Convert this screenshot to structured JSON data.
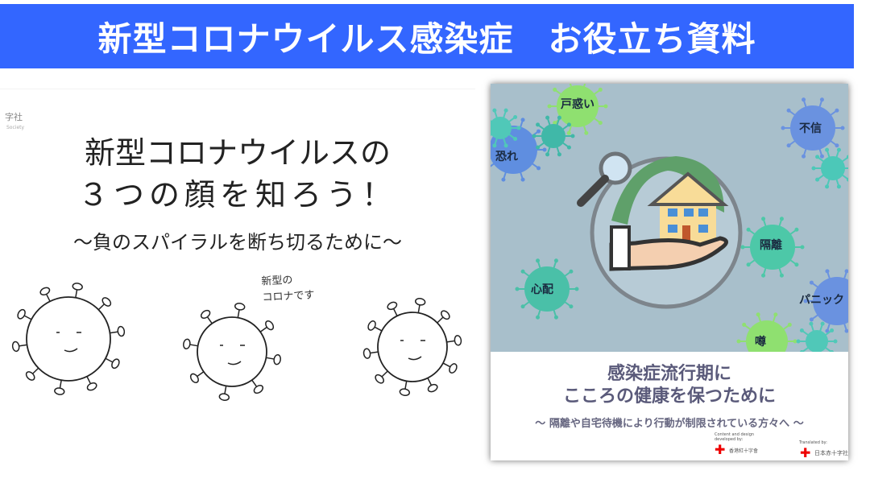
{
  "banner": {
    "title": "新型コロナウイルス感染症　お役立ち資料",
    "color": "#3366ff"
  },
  "left_card": {
    "logo": "字社",
    "logo_sub": "Society",
    "title_line1": "新型コロナウイルスの",
    "title_line2": "３つの顔を知ろう！",
    "subtitle": "〜負のスパイラルを断ち切るために〜",
    "handwritten_note_line1": "新型の",
    "handwritten_note_line2": "コロナです"
  },
  "poster": {
    "virus_labels": [
      "戸惑い",
      "恐れ",
      "不信",
      "隔離",
      "心配",
      "パニック",
      "噂"
    ],
    "title_line1": "感染症流行期に",
    "title_line2": "こころの健康を保つために",
    "subtitle": "〜 隔離や自宅待機により行動が制限されている方々へ 〜",
    "credit_left": "Content and design developed by:",
    "credit_left_org": "香港紅十字會",
    "credit_right": "Translated by:",
    "credit_right_org": "日本赤十字社"
  }
}
